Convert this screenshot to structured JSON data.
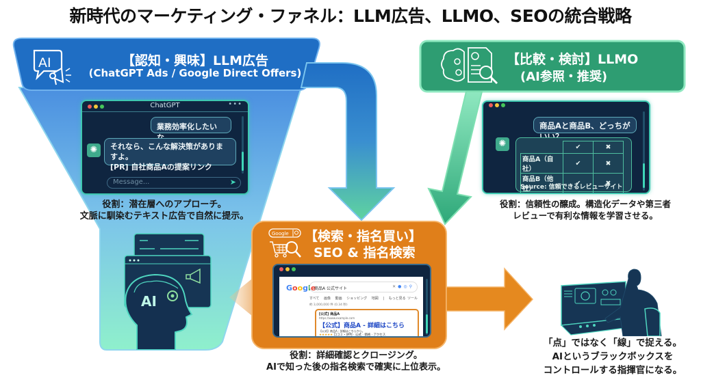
{
  "title": "新時代のマーケティング・ファネル：LLM広告、LLMO、SEOの統合戦略",
  "colors": {
    "blue": "#1f6ec4",
    "green": "#2e9d72",
    "orange": "#e07f1a",
    "dark_panel": "#0f2540",
    "teal_glow": "#3ec7b0"
  },
  "stage_awareness": {
    "title": "【認知・興味】LLM広告",
    "subtitle": "(ChatGPT Ads / Google Direct Offers)",
    "icon": "ai-megaphone-icon",
    "chat_window": {
      "title": "ChatGPT",
      "user_message": "業務効率化したいな…",
      "ai_message_line1": "それなら、こんな解決策がありますよ。",
      "ai_message_line2": "[PR] 自社商品Aの提案リンク",
      "input_placeholder": "Message..."
    },
    "caption_line1": "役割：潜在層へのアプローチ。",
    "caption_line2": "文脈に馴染むテキスト広告で自然に提示。"
  },
  "stage_comparison": {
    "title": "【比較・検討】LLMO",
    "subtitle": "(AI参照・推奨)",
    "icon": "brain-document-search-icon",
    "chat_window": {
      "user_message": "商品Aと商品B、どっちがいい？",
      "table": {
        "rows": [
          {
            "label": "",
            "col1": "✔",
            "col2": "✖"
          },
          {
            "label": "商品A（自社）",
            "col1": "✔",
            "col2": "✖"
          },
          {
            "label": "商品B（他社）",
            "col1": "✔",
            "col2": "✖"
          }
        ]
      },
      "source": "Source: 信頼できるレビューサイト"
    },
    "caption_line1": "役割：信頼性の醸成。構造化データや第三者",
    "caption_line2": "レビューで有利な情報を学習させる。"
  },
  "stage_search": {
    "title": "【検索・指名買い】",
    "subtitle": "SEO & 指名検索",
    "icon": "google-cart-search-icon",
    "icon_label": "Google",
    "google_window": {
      "logo": "Google",
      "query": "商品A 公式サイト",
      "tabs": "すべて 画像 動画 ショッピング 地図 | もっと見る",
      "tools": "ツール",
      "result_count": "約 3,000,000 件 (0.34 秒)",
      "result_site": "[公式] 商品A",
      "result_url": "https://www.example.com",
      "result_title": "【公式】商品A - 詳細はこちら",
      "result_desc": "【公式】商品A - 詳細はこちらから。",
      "result_stars": "★★★★★",
      "result_links": "口コミ・評判 · 公式 · 価格 · アクセス"
    },
    "caption_line1": "役割：詳細確認とクロージング。",
    "caption_line2": "AIで知った後の指名検索で確実に上位表示。"
  },
  "commander": {
    "icon": "operator-console-icon",
    "caption_line1": "「点」ではなく「線」で捉える。",
    "caption_line2": "AIというブラックボックスを",
    "caption_line3": "コントロールする指揮官になる。"
  },
  "center_icon": "ai-head-browser-icon"
}
